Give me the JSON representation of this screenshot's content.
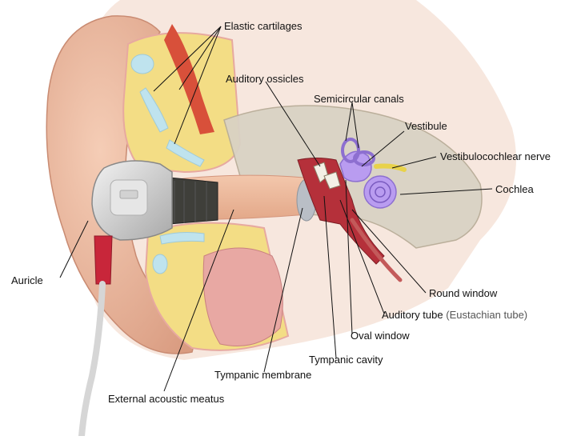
{
  "labels": {
    "elastic_cartilages": "Elastic cartilages",
    "auditory_ossicles": "Auditory ossicles",
    "semicircular_canals": "Semicircular canals",
    "vestibule": "Vestibule",
    "vestibulocochlear_nerve": "Vestibulocochlear nerve",
    "cochlea": "Cochlea",
    "auricle": "Auricle",
    "round_window": "Round window",
    "auditory_tube": "Auditory tube",
    "auditory_tube_alt": "(Eustachian tube)",
    "oval_window": "Oval window",
    "tympanic_cavity": "Tympanic cavity",
    "tympanic_membrane": "Tympanic membrane",
    "external_acoustic_meatus": "External acoustic meatus"
  },
  "colors": {
    "skin": "#e8b49a",
    "fat": "#f1d77a",
    "bone": "#d9d2c4",
    "cartilage": "#bfe3ee",
    "cavity": "#b5303a",
    "inner_ear": "#b99cf0",
    "earpiece": "#d8d8d8",
    "cable_red": "#c8263a"
  }
}
